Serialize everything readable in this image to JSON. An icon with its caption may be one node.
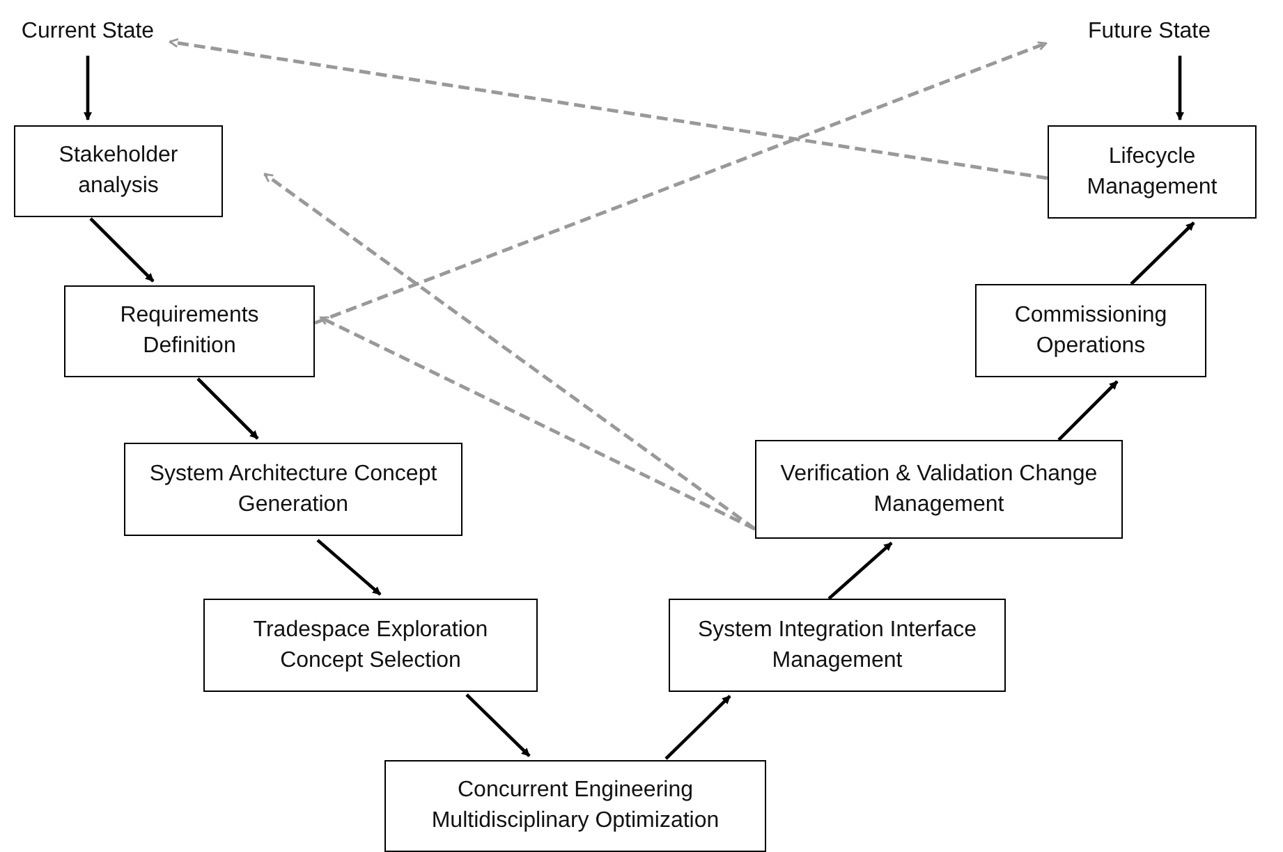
{
  "diagram": {
    "nodes": [
      {
        "text": [
          "Current State"
        ]
      },
      {
        "text": [
          "Future State"
        ]
      },
      {
        "text": [
          "Stakeholder analysis"
        ]
      },
      {
        "text": [
          "Requirements Definition"
        ]
      },
      {
        "text": [
          "System Architecture Concept Generation"
        ]
      },
      {
        "text": [
          "Tradespace Exploration Concept Selection"
        ]
      },
      {
        "text": [
          "Concurrent Engineering Multidisciplinary Optimization"
        ]
      },
      {
        "text": [
          "System Integration Interface Management"
        ]
      },
      {
        "text": [
          "Verification & Validation Change Management"
        ]
      },
      {
        "text": [
          "Commissioning Operations"
        ]
      },
      {
        "text": [
          "Lifecycle Management"
        ]
      }
    ],
    "edges": [
      {
        "from": 0,
        "to": 2,
        "arrow": "to"
      },
      {
        "from": 2,
        "to": 3,
        "arrow": "to"
      },
      {
        "from": 3,
        "to": 4,
        "arrow": "to"
      },
      {
        "from": 4,
        "to": 5,
        "arrow": "to"
      },
      {
        "from": 5,
        "to": 6,
        "arrow": "to"
      },
      {
        "from": 6,
        "to": 7,
        "arrow": "to"
      },
      {
        "from": 7,
        "to": 8,
        "arrow": "to"
      },
      {
        "from": 8,
        "to": 9,
        "arrow": "to"
      },
      {
        "from": 9,
        "to": 10,
        "arrow": "to"
      },
      {
        "from": 1,
        "to": 10,
        "arrow": "to"
      },
      {
        "from": 10,
        "to": 0,
        "arrow": "to",
        "style": "dashed",
        "color": "#999999"
      },
      {
        "from": 3,
        "to": 1,
        "arrow": "to",
        "style": "dashed",
        "color": "#999999"
      },
      {
        "from": 8,
        "to": 2,
        "arrow": "to",
        "style": "dashed",
        "color": "#999999"
      },
      {
        "from": 8,
        "to": 3,
        "arrow": "to",
        "style": "dashed",
        "color": "#999999"
      }
    ]
  }
}
